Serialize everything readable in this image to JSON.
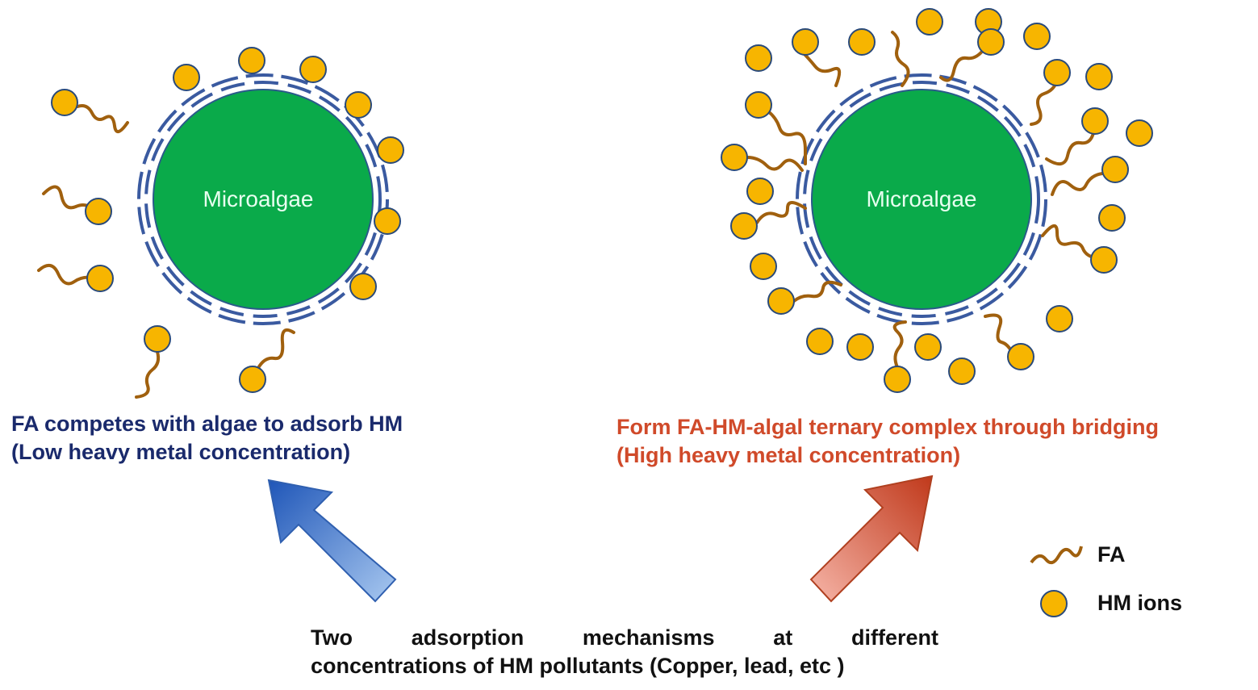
{
  "cells": [
    {
      "label": "Microalgae"
    },
    {
      "label": "Microalgae"
    }
  ],
  "left_caption": {
    "line1": "FA competes with algae to adsorb HM",
    "line2": "(Low heavy metal concentration)"
  },
  "right_caption": {
    "line1": "Form FA-HM-algal ternary complex through bridging",
    "line2": "(High heavy metal concentration)"
  },
  "bottom_caption": {
    "line1_words": [
      "Two",
      "adsorption",
      "mechanisms",
      "at",
      "different"
    ],
    "line2": "concentrations of HM pollutants (Copper, lead, etc )"
  },
  "legend": {
    "fa": "FA",
    "hm": "HM ions"
  },
  "colors": {
    "cell": "#0aaa4a",
    "ring": "#3a5aa0",
    "ion": "#f7b500",
    "fa": "#a0600e",
    "left_text": "#1a2a6c",
    "right_text": "#d04a2a"
  }
}
